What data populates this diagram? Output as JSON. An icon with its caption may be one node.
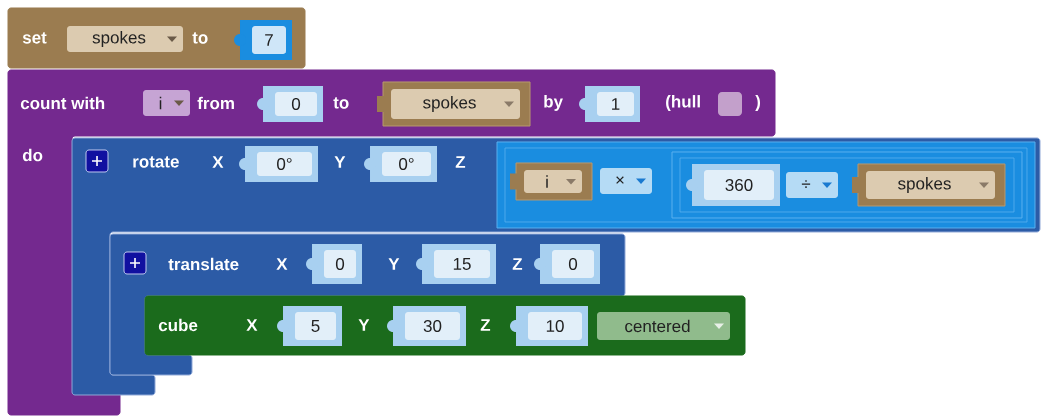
{
  "diagram": {
    "nodes": [
      {
        "text": [
          "set",
          "to"
        ]
      },
      {
        "text": [
          "spokes"
        ],
        "in": 0
      },
      {
        "text": [
          "7"
        ],
        "in": 0
      },
      {
        "text": [
          "count with",
          "from",
          "to",
          "by",
          "(hull",
          ")",
          "do"
        ]
      },
      {
        "text": [
          "i"
        ],
        "in": 3
      },
      {
        "text": [
          "0"
        ],
        "in": 3
      },
      {
        "text": [
          "spokes"
        ],
        "in": 3
      },
      {
        "text": [
          "1"
        ],
        "in": 3
      },
      {
        "text": [],
        "shape": "box",
        "in": 3
      },
      {
        "text": [
          "rotate",
          "X",
          "Y",
          "Z"
        ]
      },
      {
        "text": [
          "0°"
        ],
        "in": 9
      },
      {
        "text": [
          "0°"
        ],
        "in": 9
      },
      {
        "text": [
          "×"
        ],
        "in": 9
      },
      {
        "text": [
          "i"
        ],
        "in": 12
      },
      {
        "text": [
          "÷"
        ],
        "in": 12
      },
      {
        "text": [
          "360"
        ],
        "in": 14
      },
      {
        "text": [
          "spokes"
        ],
        "in": 14
      },
      {
        "text": [
          "translate",
          "X",
          "Y",
          "Z"
        ],
        "in": 9
      },
      {
        "text": [
          "0"
        ],
        "in": 17
      },
      {
        "text": [
          "15"
        ],
        "in": 17
      },
      {
        "text": [
          "0"
        ],
        "in": 17
      },
      {
        "text": [
          "cube",
          "X",
          "Y",
          "Z"
        ]
      },
      {
        "text": [
          "5"
        ],
        "in": 21
      },
      {
        "text": [
          "30"
        ],
        "in": 21
      },
      {
        "text": [
          "10"
        ],
        "in": 21
      },
      {
        "text": [
          "centered"
        ],
        "in": 21
      }
    ]
  }
}
